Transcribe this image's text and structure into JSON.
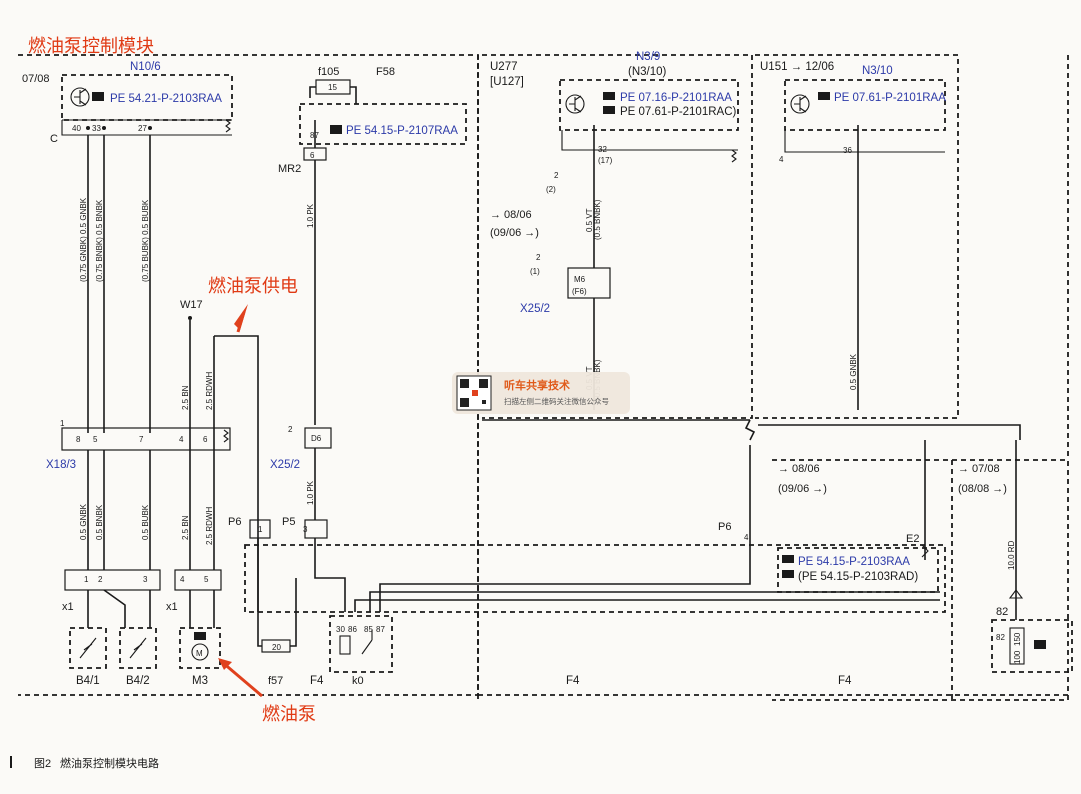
{
  "annotations": {
    "module_title": "燃油泵控制模块",
    "power_supply": "燃油泵供电",
    "fuel_pump": "燃油泵"
  },
  "caption": {
    "figure": "图2",
    "text": "燃油泵控制模块电路"
  },
  "watermark": {
    "title": "听车共享技术",
    "subtitle": "扫描左侧二维码关注微信公众号"
  },
  "refs": {
    "r0708_top": "07/08",
    "r0806": "→ 08/06",
    "r0906": "(09/06 →)",
    "r0806b": "→ 08/06",
    "r0906b": "(09/06 →)",
    "r0708b": "→ 07/08",
    "r0808b": "(08/08 →)",
    "u151": "U151 → 12/06"
  },
  "components": {
    "n10_6": "N10/6",
    "n3_9": "N3/9",
    "n3_10_paren": "(N3/10)",
    "n3_10": "N3/10",
    "f105": "f105",
    "f58": "F58",
    "u277": "U277",
    "u127": "[U127]",
    "mr2": "MR2",
    "w17": "W17",
    "x18_3": "X18/3",
    "x25_2a": "X25/2",
    "x25_2b": "X25/2",
    "x1a": "x1",
    "x1b": "x1",
    "p6a": "P6",
    "p5": "P5",
    "p6b": "P6",
    "e2": "E2",
    "b4_1": "B4/1",
    "b4_2": "B4/2",
    "m3": "M3",
    "f57": "f57",
    "f4a": "F4",
    "k0": "k0",
    "f4b": "F4",
    "f4c": "F4",
    "c_label": "C",
    "m6": "M6",
    "f6": "(F6)",
    "d6": "D6",
    "pin82": "82"
  },
  "pe_codes": {
    "n10": "PE 54.21-P-2103RAA",
    "f58": "PE 54.15-P-2107RAA",
    "n39a": "PE 07.16-P-2101RAA",
    "n39b": "PE 07.61-P-2101RAC)",
    "n310": "PE 07.61-P-2101RAA",
    "f4a": "PE 54.15-P-2103RAA",
    "f4b": "(PE 54.15-P-2103RAD)"
  },
  "wires": {
    "w1": "(0.75 GNBK) 0.5 GNBK",
    "w2": "(0.75 BNBK) 0.5 BNBK",
    "w3": "(0.75 BUBK) 0.5 BUBK",
    "w_pk1": "1.0 PK",
    "w_pk2": "1.0 PK",
    "w_bn": "2.5 BN",
    "w_rdwh": "2.5 RDWH",
    "w_gnbk2": "0.5 GNBK",
    "w_bnbk2": "0.5 BNBK",
    "w_bubk2": "0.5 BUBK",
    "w_bn2": "2.5 BN",
    "w_rdwh2": "2.5 RDWH",
    "w_vt": "0.5 VT",
    "w_bnbk3": "(0.5 BNBK)",
    "w_vt2": "0.5 VT",
    "w_bnbk4": "(0.5 BNBK)",
    "w_gnbk3": "0.5 GNBK",
    "w_rd": "10.0 RD"
  },
  "pins": {
    "p40": "40",
    "p33": "33",
    "p27": "27",
    "p15": "15",
    "p87": "87",
    "p6": "6",
    "p32": "32",
    "p17": "(17)",
    "p2a": "2",
    "p2b": "(2)",
    "p36": "36",
    "p4": "4",
    "p2c": "2",
    "p1c": "(1)",
    "x18_1": "1",
    "x18_8": "8",
    "x18_5": "5",
    "x18_7": "7",
    "x18_4": "4",
    "x18_6": "6",
    "x25_2": "2",
    "x1_1": "1",
    "x1_2": "2",
    "x1_3": "3",
    "x1_4": "4",
    "x1_5": "5",
    "p6_1": "1",
    "p5_3": "3",
    "p6b_4": "4",
    "k30": "30",
    "k86": "86",
    "k85": "85",
    "k87": "87",
    "f57_20": "20",
    "r82": "82",
    "r150": "150",
    "r100": "100"
  }
}
